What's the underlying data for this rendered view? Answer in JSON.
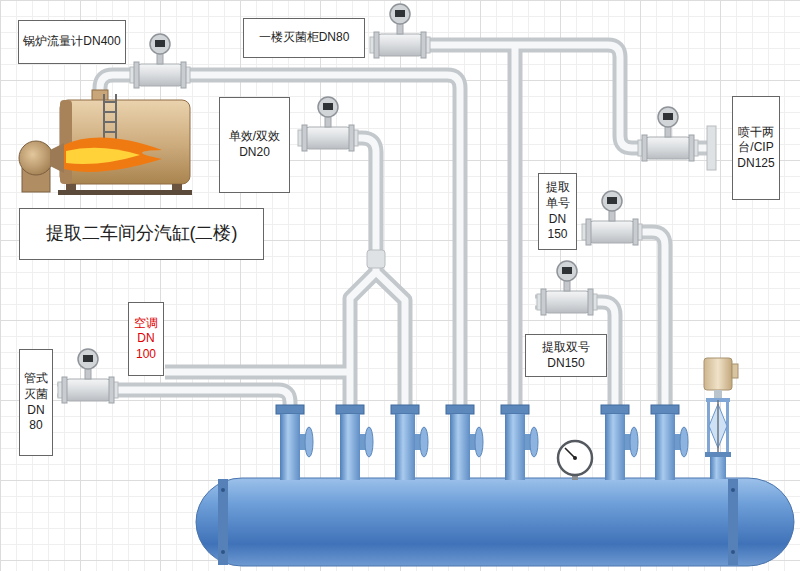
{
  "diagram": {
    "nodes": [
      {
        "text": [
          "锅炉流量计DN400"
        ]
      },
      {
        "text": [
          "一楼灭菌柜DN80"
        ]
      },
      {
        "text": [
          "单效/双效 DN20"
        ]
      },
      {
        "text": [
          "喷干两台/CIP DN125"
        ]
      },
      {
        "text": [
          "提取二车间分汽缸(二楼)"
        ]
      },
      {
        "text": [
          "提取单号 DN 150"
        ]
      },
      {
        "text": [
          "空调 DN 100"
        ]
      },
      {
        "text": [
          "提取双号 DN150"
        ]
      },
      {
        "text": [
          "管式灭菌 DN 80"
        ]
      }
    ]
  }
}
